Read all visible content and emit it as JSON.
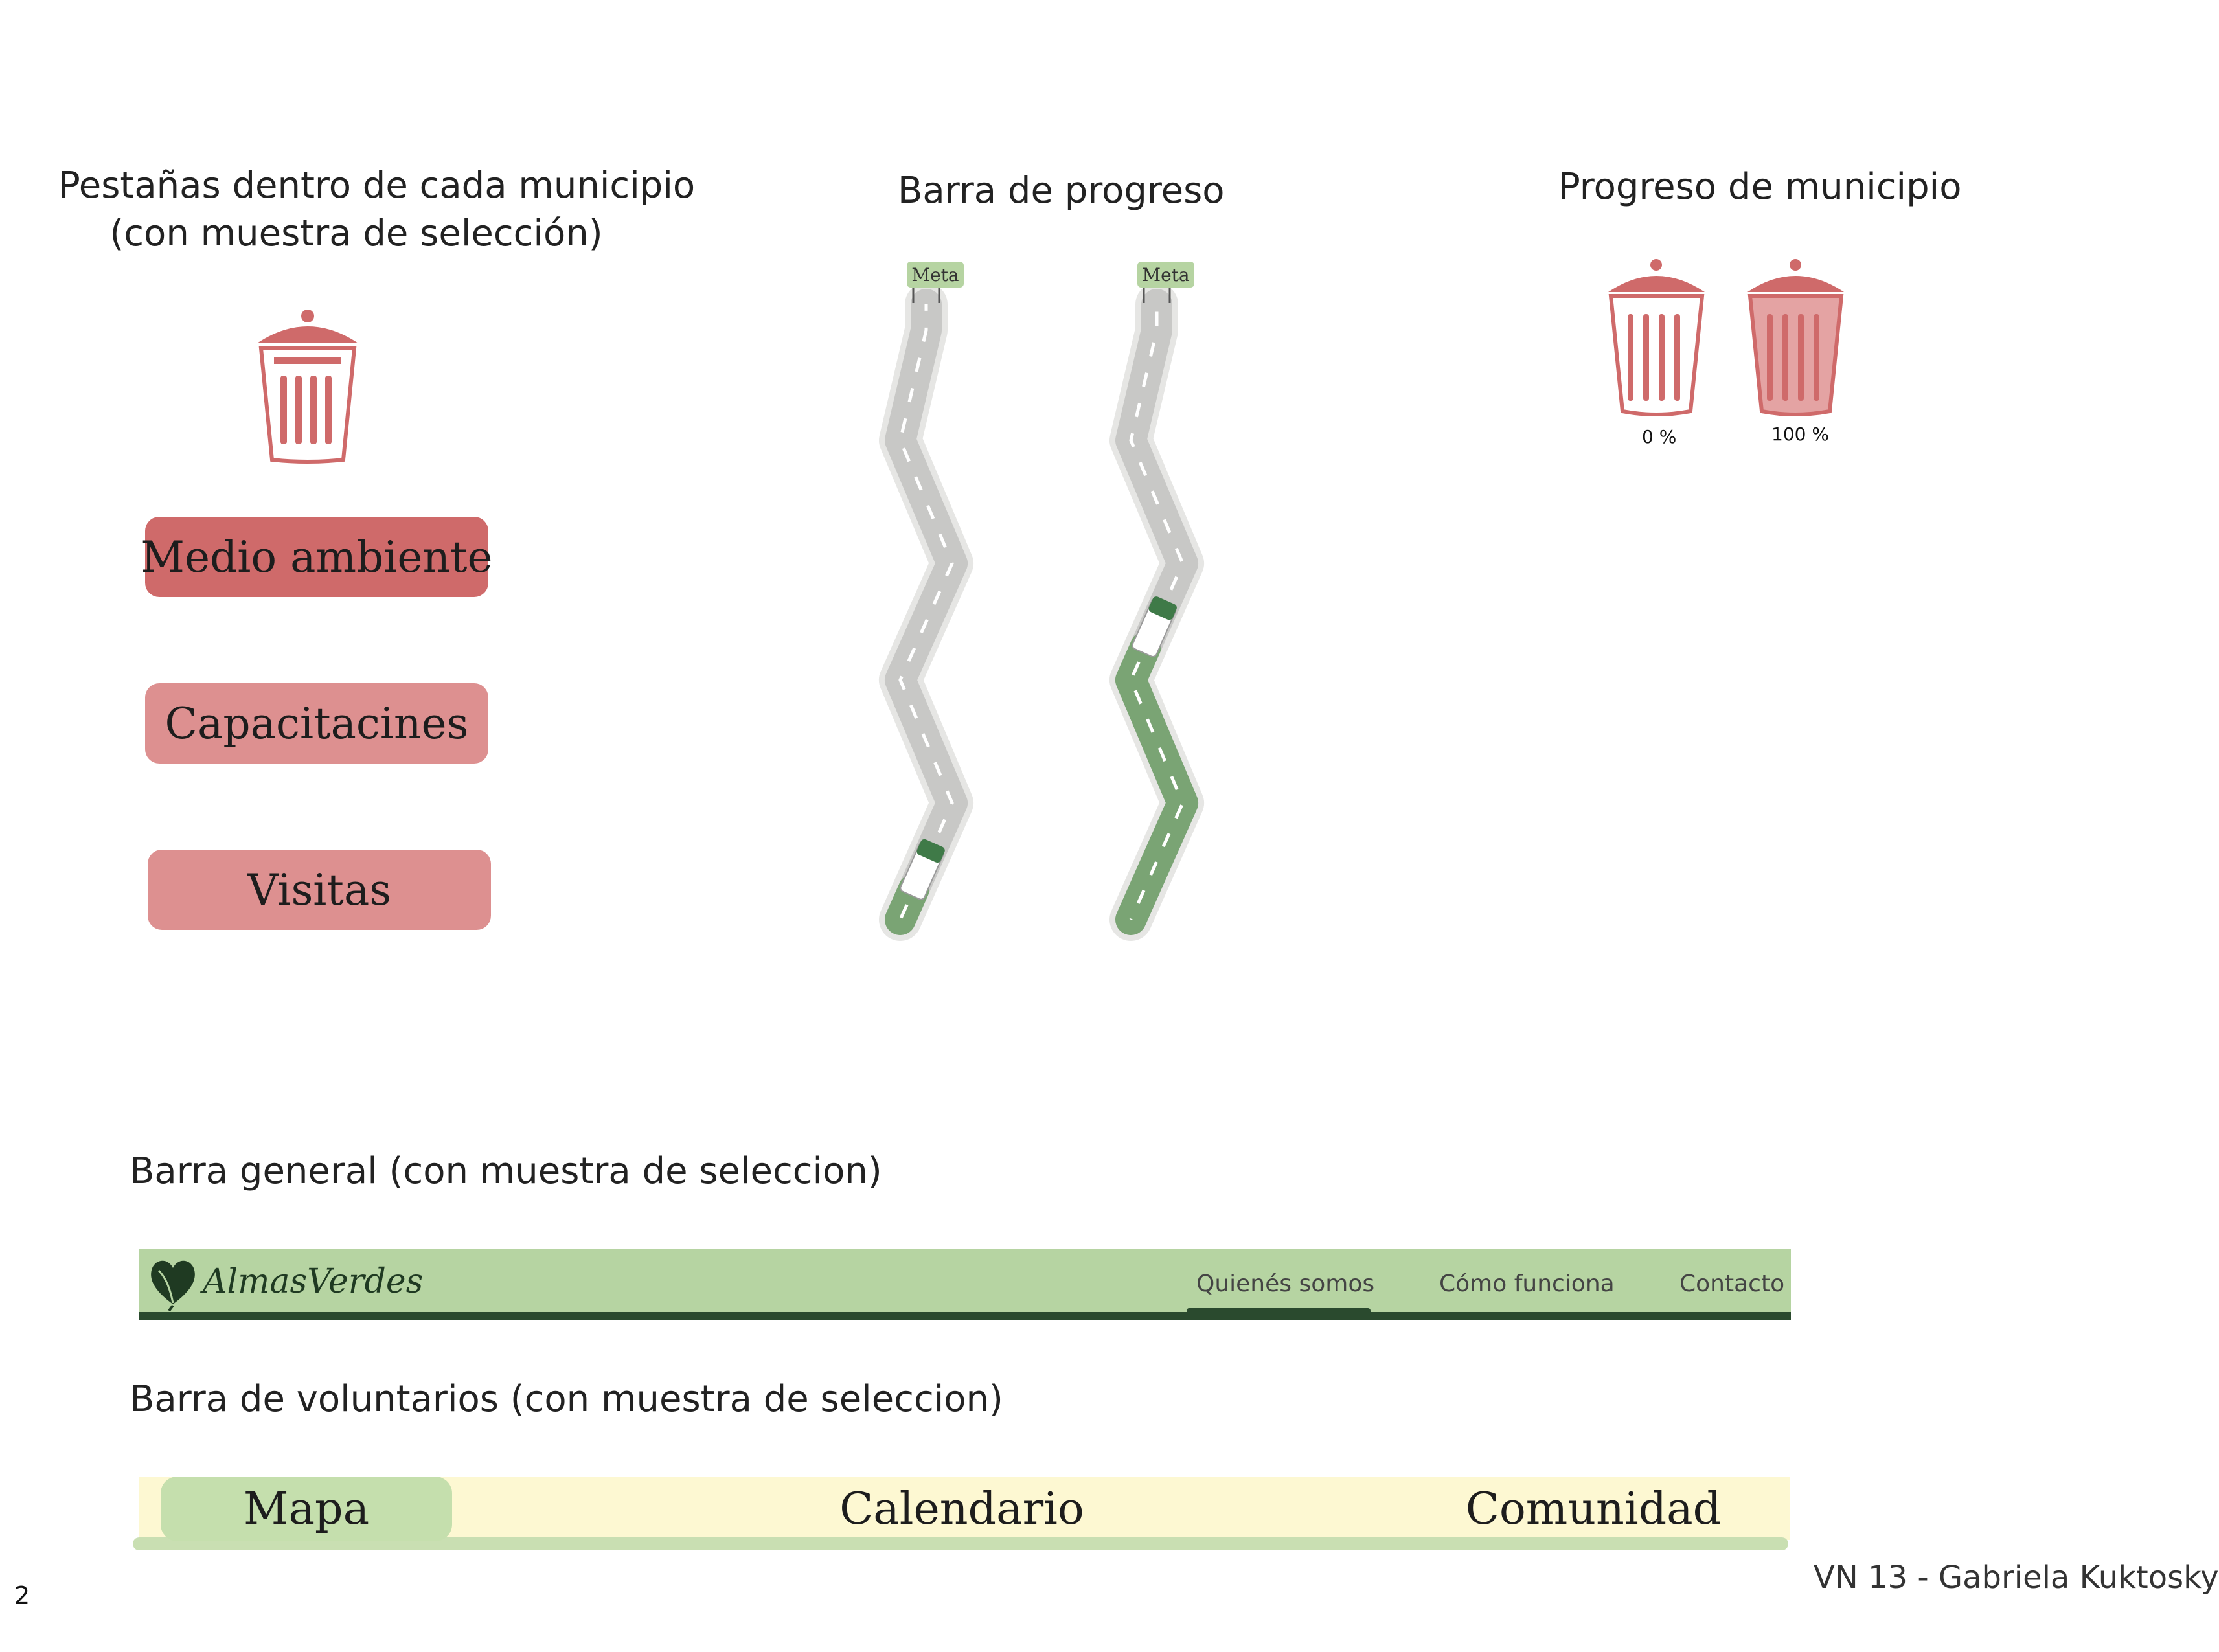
{
  "sections": {
    "tabs_title_line1": "Pestañas dentro de cada municipio",
    "tabs_title_line2": "(con muestra de selección)",
    "progress_bar_title": "Barra de progreso",
    "municipality_progress_title": "Progreso de municipio",
    "general_bar_title": "Barra general (con muestra de seleccion)",
    "volunteer_bar_title": "Barra de voluntarios (con muestra de seleccion)"
  },
  "municipio_tabs": [
    {
      "label": "Medio ambiente",
      "selected": true
    },
    {
      "label": "Capacitacines",
      "selected": false
    },
    {
      "label": "Visitas",
      "selected": false
    }
  ],
  "progress_roads": {
    "goal_label": "Meta",
    "roads": [
      {
        "progress": 0.05
      },
      {
        "progress": 0.45
      }
    ]
  },
  "municipality_progress": {
    "levels": [
      {
        "label": "0 %",
        "value": 0
      },
      {
        "label": "100 %",
        "value": 100
      }
    ]
  },
  "general_bar": {
    "brand": "AlmasVerdes",
    "links": [
      {
        "label": "Quienés somos",
        "selected": true
      },
      {
        "label": "Cómo funciona",
        "selected": false
      },
      {
        "label": "Contacto",
        "selected": false
      }
    ]
  },
  "volunteer_bar": {
    "tabs": [
      {
        "label": "Mapa",
        "selected": true
      },
      {
        "label": "Calendario",
        "selected": false
      },
      {
        "label": "Comunidad",
        "selected": false
      }
    ]
  },
  "footer": {
    "page_number": "2",
    "credit": "VN 13 - Gabriela Kuktosky"
  },
  "colors": {
    "tab_selected": "#cf6a6a",
    "tab_unselected": "#dd9090",
    "road": "#c8c8c6",
    "road_progress": "#7aa474",
    "nav_bg": "#b6d4a2",
    "nav_dark": "#2a4a2e",
    "vol_bg": "#fdf8d2",
    "vol_selected": "#c5dfad"
  }
}
